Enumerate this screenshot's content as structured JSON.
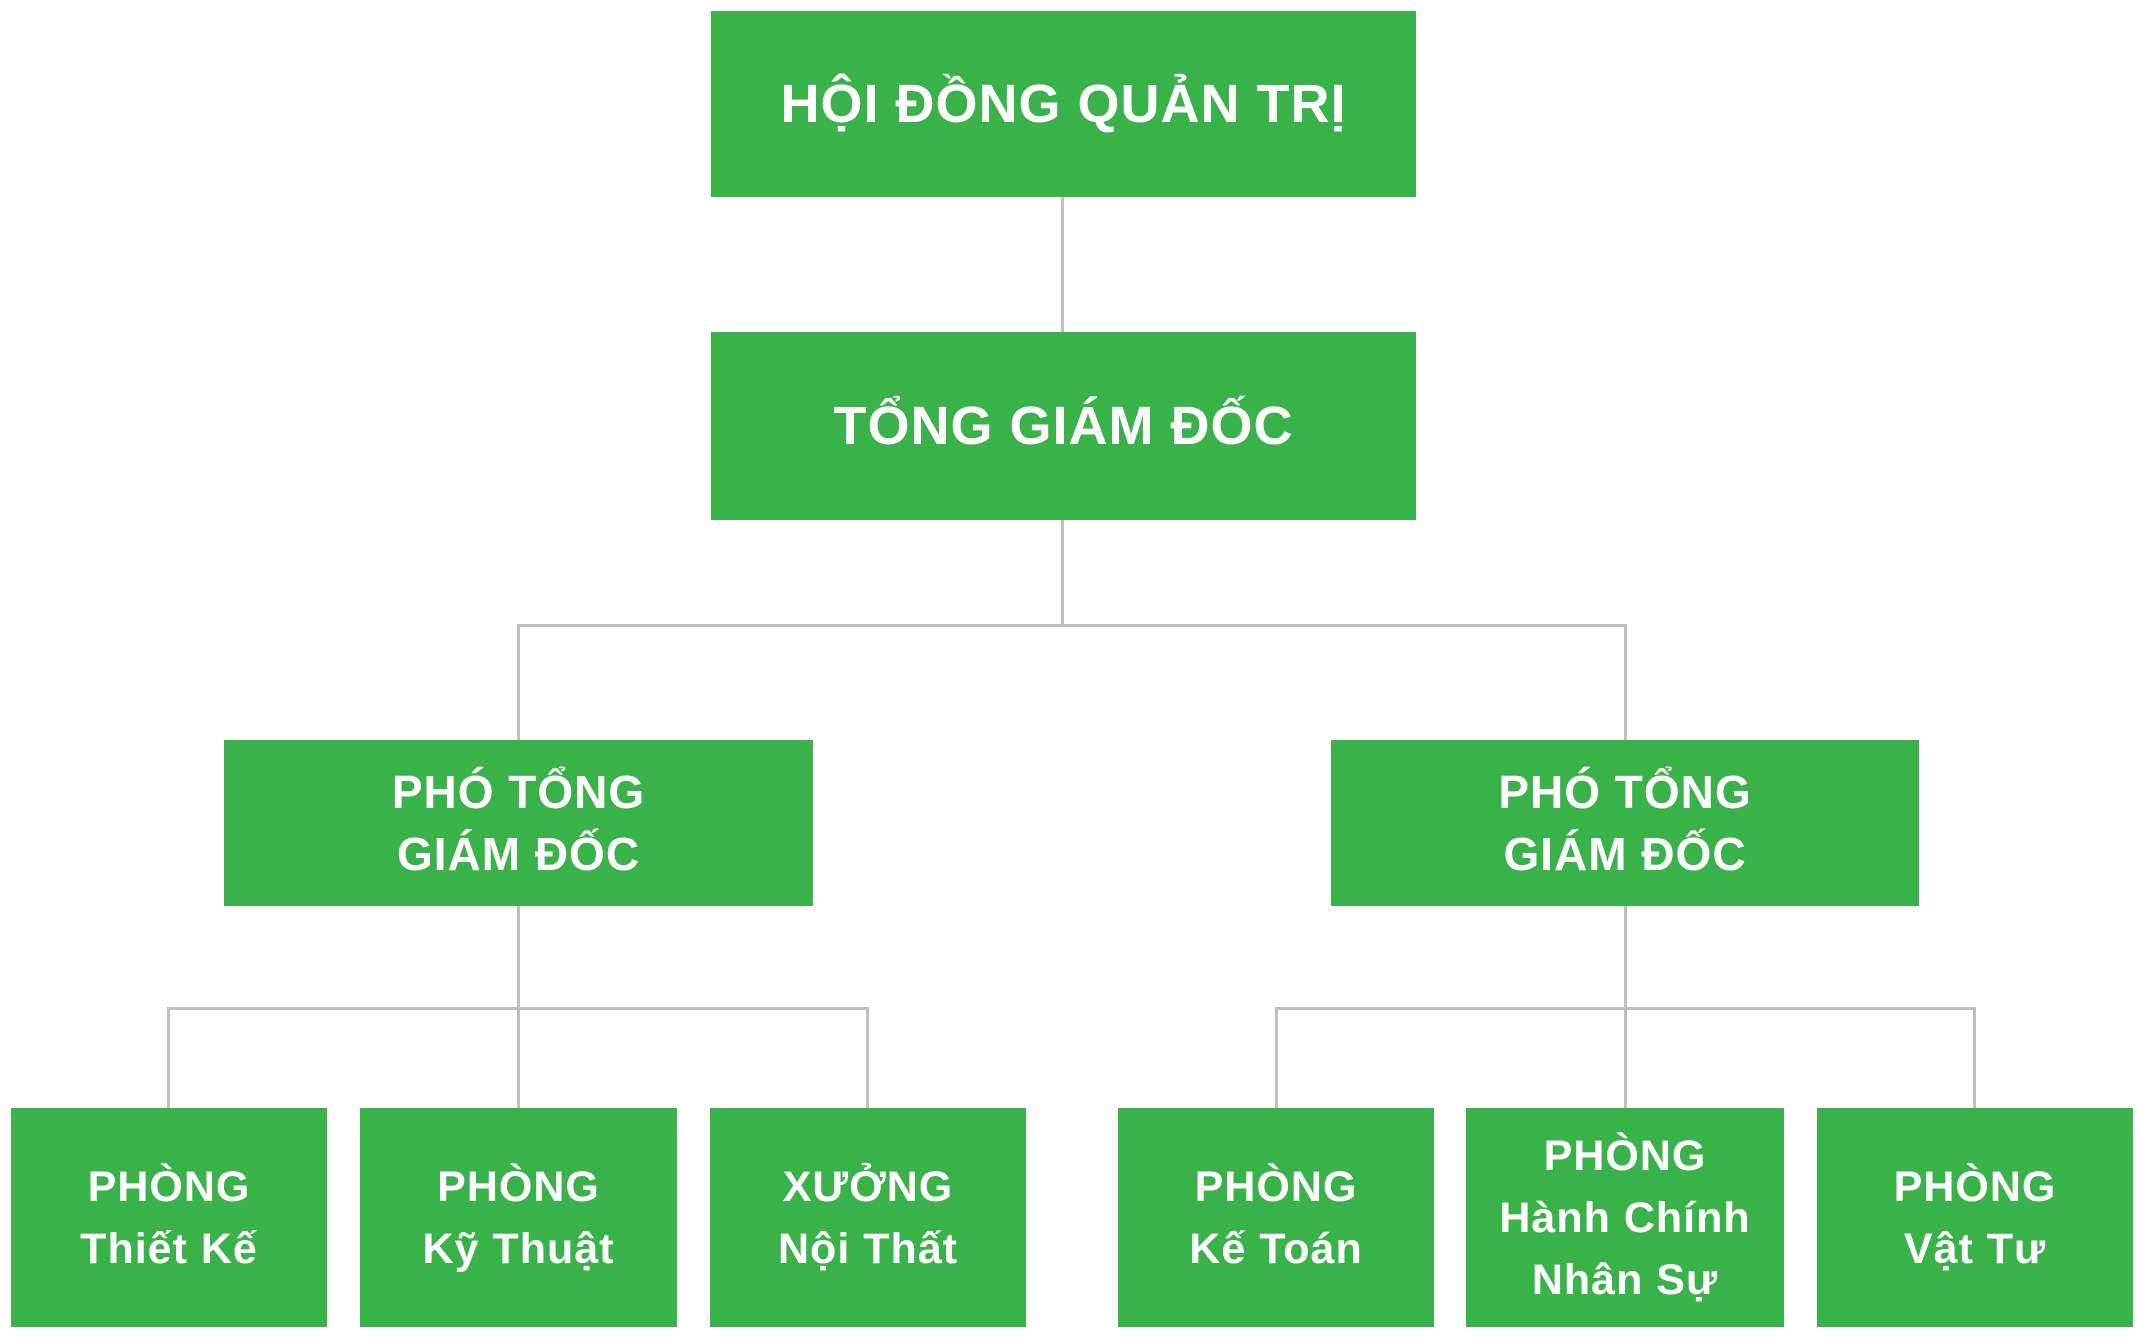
{
  "board": {
    "label": "HỘI ĐỒNG QUẢN TRỊ"
  },
  "ceo": {
    "label": "TỔNG GIÁM ĐỐC"
  },
  "deputies": [
    {
      "line1": "PHÓ TỔNG",
      "line2": "GIÁM ĐỐC"
    },
    {
      "line1": "PHÓ TỔNG",
      "line2": "GIÁM ĐỐC"
    }
  ],
  "departments": [
    {
      "line1": "PHÒNG",
      "line2": "Thiết Kế"
    },
    {
      "line1": "PHÒNG",
      "line2": "Kỹ Thuật"
    },
    {
      "line1": "XƯỞNG",
      "line2": "Nội Thất"
    },
    {
      "line1": "PHÒNG",
      "line2": "Kế Toán"
    },
    {
      "line1": "PHÒNG",
      "line2": "Hành Chính",
      "line3": "Nhân Sự"
    },
    {
      "line1": "PHÒNG",
      "line2": "Vật Tư"
    }
  ],
  "colors": {
    "box": "#3ab24a",
    "connector": "#c0c0c0",
    "text": "#ffffff"
  }
}
